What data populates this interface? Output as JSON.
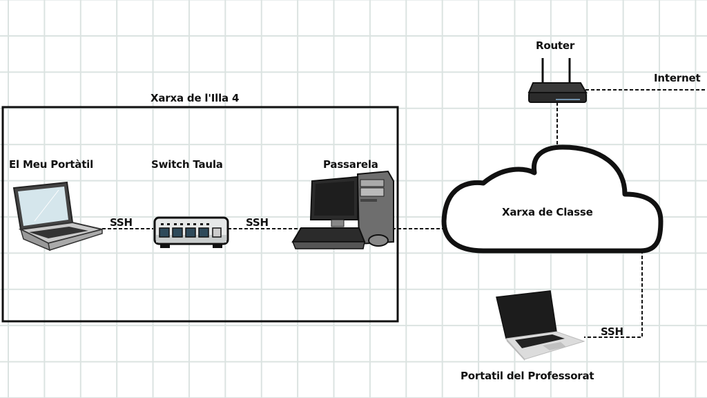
{
  "title": "Xarxa de l'Illa 4",
  "colors": {
    "grid": "#dbe3e1",
    "ink": "#111111",
    "device_dark": "#2b2b2b",
    "laptop_screen": "#d5e6ec"
  },
  "nodes": {
    "my_laptop": {
      "label": "El Meu Portàtil",
      "icon": "laptop-icon"
    },
    "switch": {
      "label": "Switch Taula",
      "icon": "network-switch-icon"
    },
    "gateway": {
      "label": "Passarela",
      "icon": "desktop-computer-icon"
    },
    "router": {
      "label": "Router",
      "icon": "wifi-router-icon"
    },
    "internet": {
      "label": "Internet"
    },
    "class_network": {
      "label": "Xarxa de Classe",
      "icon": "cloud-icon"
    },
    "teacher_laptop": {
      "label": "Portatil del Professorat",
      "icon": "laptop-icon"
    }
  },
  "links": [
    {
      "from": "El Meu Portàtil",
      "to": "Switch Taula",
      "label": "SSH"
    },
    {
      "from": "Switch Taula",
      "to": "Passarela",
      "label": "SSH"
    },
    {
      "from": "Passarela",
      "to": "Xarxa de Classe",
      "label": ""
    },
    {
      "from": "Xarxa de Classe",
      "to": "Router",
      "label": ""
    },
    {
      "from": "Router",
      "to": "Internet",
      "label": ""
    },
    {
      "from": "Xarxa de Classe",
      "to": "Portatil del Professorat",
      "label": "SSH"
    }
  ]
}
